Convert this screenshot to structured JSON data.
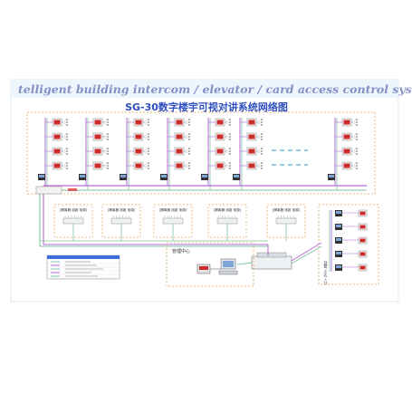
{
  "banner": {
    "text": "telligent building intercom / elevator / card access control system"
  },
  "title": "SG-30数字楼宇可视对讲系统网络图",
  "colors": {
    "frame_border": "#e8a25a",
    "bus_purple": "#b46ad6",
    "bus_green": "#7fc3a2",
    "title_blue": "#2f4fbf",
    "banner_text": "#2b3f9a",
    "panel_red": "#cc2b2b",
    "legend_blue": "#3f6fd9"
  },
  "building_units": {
    "count": 7,
    "apartments_per_unit": 4
  },
  "distribution_boxes": {
    "count": 5,
    "label": "[隔离器  线缆  电源]"
  },
  "management_center": {
    "label": "管理中心"
  },
  "right_area": {
    "vertical_label": "别墅·小区·入口"
  },
  "legend": {
    "rows": 5
  }
}
